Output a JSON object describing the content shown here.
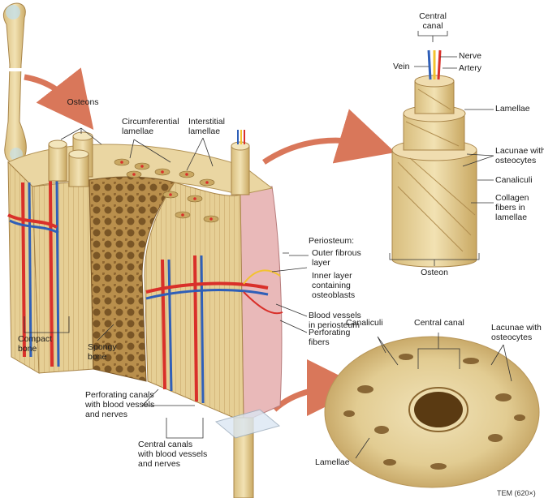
{
  "labels": {
    "osteons": "Osteons",
    "circumferential_lamellae": "Circumferential\nlamellae",
    "interstitial_lamellae": "Interstitial\nlamellae",
    "central_canal_top": "Central\ncanal",
    "nerve": "Nerve",
    "vein": "Vein",
    "artery": "Artery",
    "lamellae_top": "Lamellae",
    "lacunae_top": "Lacunae with\nosteocytes",
    "canaliculi_top": "Canaliculi",
    "collagen_fibers": "Collagen\nfibers in\nlamellae",
    "osteon": "Osteon",
    "periosteum": "Periosteum:",
    "outer_fibrous": "Outer fibrous\nlayer",
    "inner_layer": "Inner layer\ncontaining\nosteoblasts",
    "blood_vessels_periosteum": "Blood vessels\nin periosteum",
    "perforating_fibers": "Perforating\nfibers",
    "compact_bone": "Compact\nbone",
    "spongy_bone": "Spongy\nbone",
    "perforating_canals": "Perforating canals\nwith blood vessels\nand nerves",
    "central_canals": "Central canals\nwith blood vessels\nand nerves",
    "canaliculi_bottom": "Canaliculi",
    "central_canal_bottom": "Central canal",
    "lacunae_bottom": "Lacunae with\nosteocytes",
    "lamellae_bottom": "Lamellae",
    "tem": "TEM (620×)"
  },
  "colors": {
    "bone": "#e8d29a",
    "bone_dark": "#c9a862",
    "periosteum": "#e9b9b9",
    "artery": "#d9302a",
    "vein": "#2f5fb8",
    "nerve": "#f2c230",
    "arrow": "#d9775a",
    "micrograph": "#e3cf98",
    "micrograph_dark": "#6b4a1c"
  }
}
